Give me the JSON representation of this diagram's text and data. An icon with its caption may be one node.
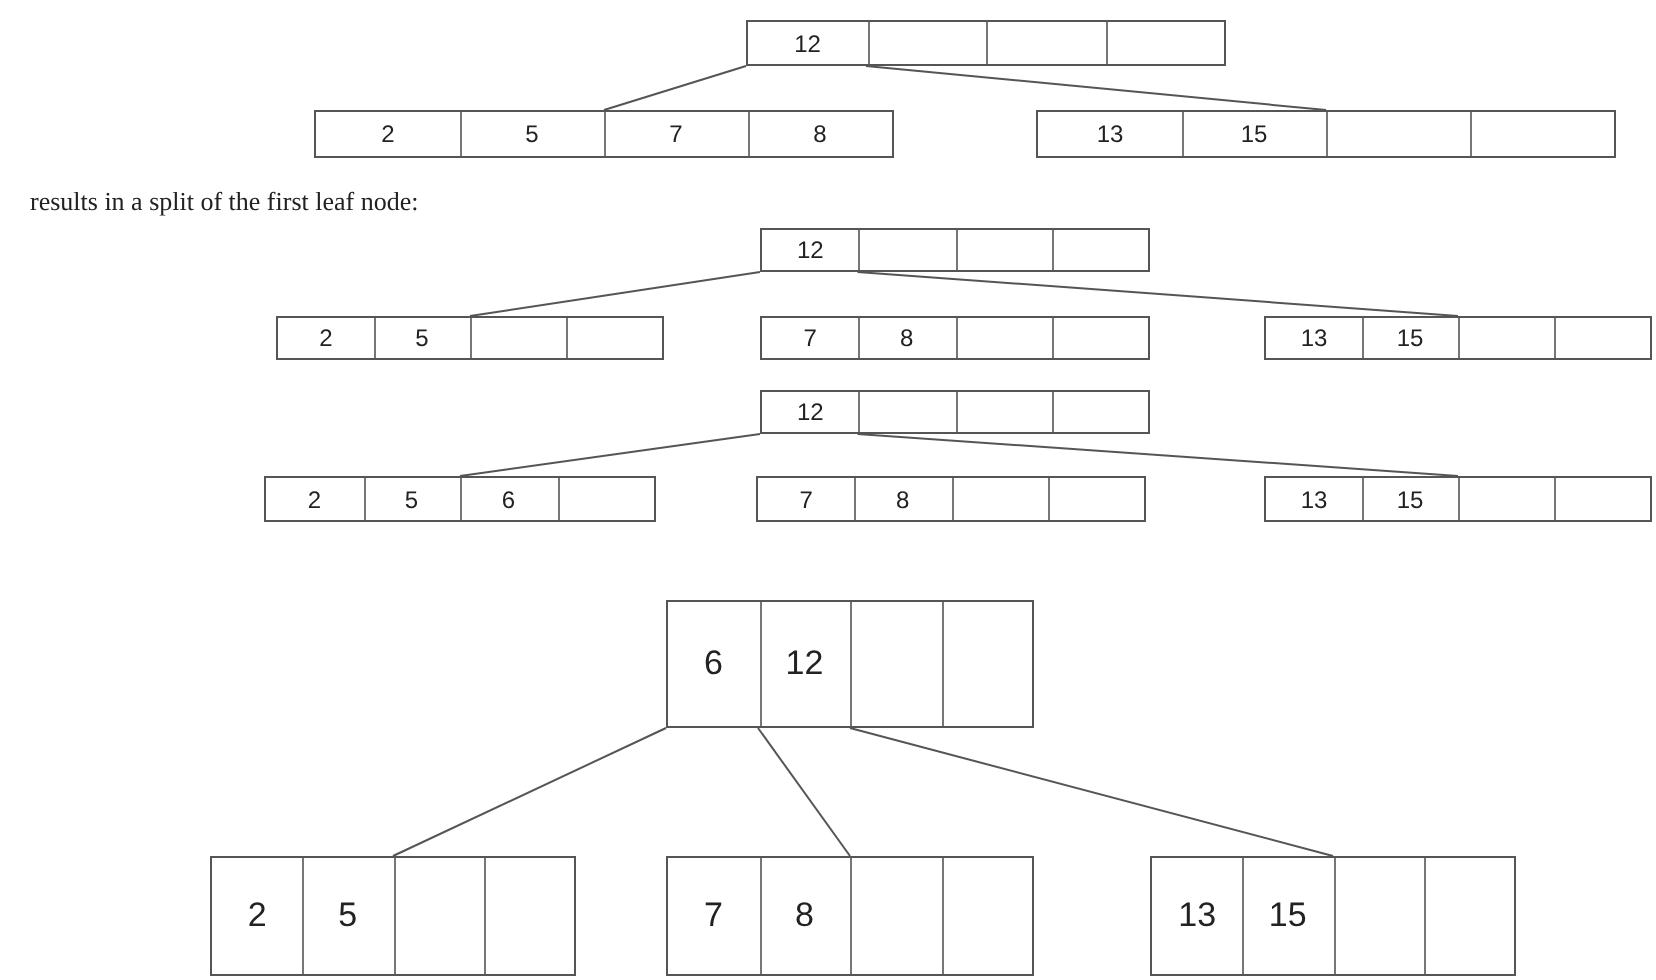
{
  "diagram": {
    "nodes": [
      {
        "text": [
          "12"
        ]
      },
      {
        "text": [
          "2",
          "5",
          "7",
          "8"
        ]
      },
      {
        "text": [
          "13",
          "15"
        ]
      },
      {
        "text": [
          "12"
        ]
      },
      {
        "text": [
          "2",
          "5"
        ]
      },
      {
        "text": [
          "7",
          "8"
        ]
      },
      {
        "text": [
          "13",
          "15"
        ]
      },
      {
        "text": [
          "12"
        ]
      },
      {
        "text": [
          "2",
          "5",
          "6"
        ]
      },
      {
        "text": [
          "7",
          "8"
        ]
      },
      {
        "text": [
          "13",
          "15"
        ]
      },
      {
        "text": [
          "6",
          "12"
        ]
      },
      {
        "text": [
          "2",
          "5"
        ]
      },
      {
        "text": [
          "7",
          "8"
        ]
      },
      {
        "text": [
          "13",
          "15"
        ]
      }
    ],
    "edges": [
      {
        "from": 0,
        "to": 1,
        "arrow": "none"
      },
      {
        "from": 0,
        "to": 2,
        "arrow": "none"
      },
      {
        "from": 3,
        "to": 4,
        "arrow": "none"
      },
      {
        "from": 3,
        "to": 6,
        "arrow": "none"
      },
      {
        "from": 7,
        "to": 8,
        "arrow": "none"
      },
      {
        "from": 7,
        "to": 10,
        "arrow": "none"
      },
      {
        "from": 11,
        "to": 12,
        "arrow": "none"
      },
      {
        "from": 11,
        "to": 13,
        "arrow": "none"
      },
      {
        "from": 11,
        "to": 14,
        "arrow": "none"
      }
    ],
    "labels": [
      "results in a split of the first leaf node:"
    ]
  }
}
